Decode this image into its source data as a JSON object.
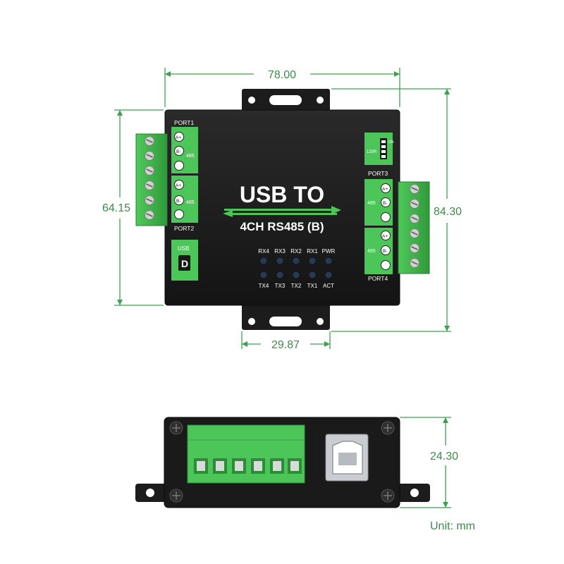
{
  "dimensions": {
    "width_top": "78.00",
    "height_left": "64.15",
    "height_right": "84.30",
    "bracket_width": "29.87",
    "side_height": "24.30",
    "unit": "Unit: mm"
  },
  "device": {
    "title_line1": "USB TO",
    "title_line2": "4CH RS485 (B)",
    "port1": "PORT1",
    "port2": "PORT2",
    "port3": "PORT3",
    "port4": "PORT4",
    "pin_a": "A+",
    "pin_b": "B-",
    "label_485": "485",
    "usb_label": "USB",
    "usb_letter": "D",
    "res_label": "120R",
    "dip_label": "ON",
    "led_top": [
      "RX4",
      "RX3",
      "RX2",
      "RX1",
      "PWR"
    ],
    "led_bottom": [
      "TX4",
      "TX3",
      "TX2",
      "TX1",
      "ACT"
    ]
  }
}
